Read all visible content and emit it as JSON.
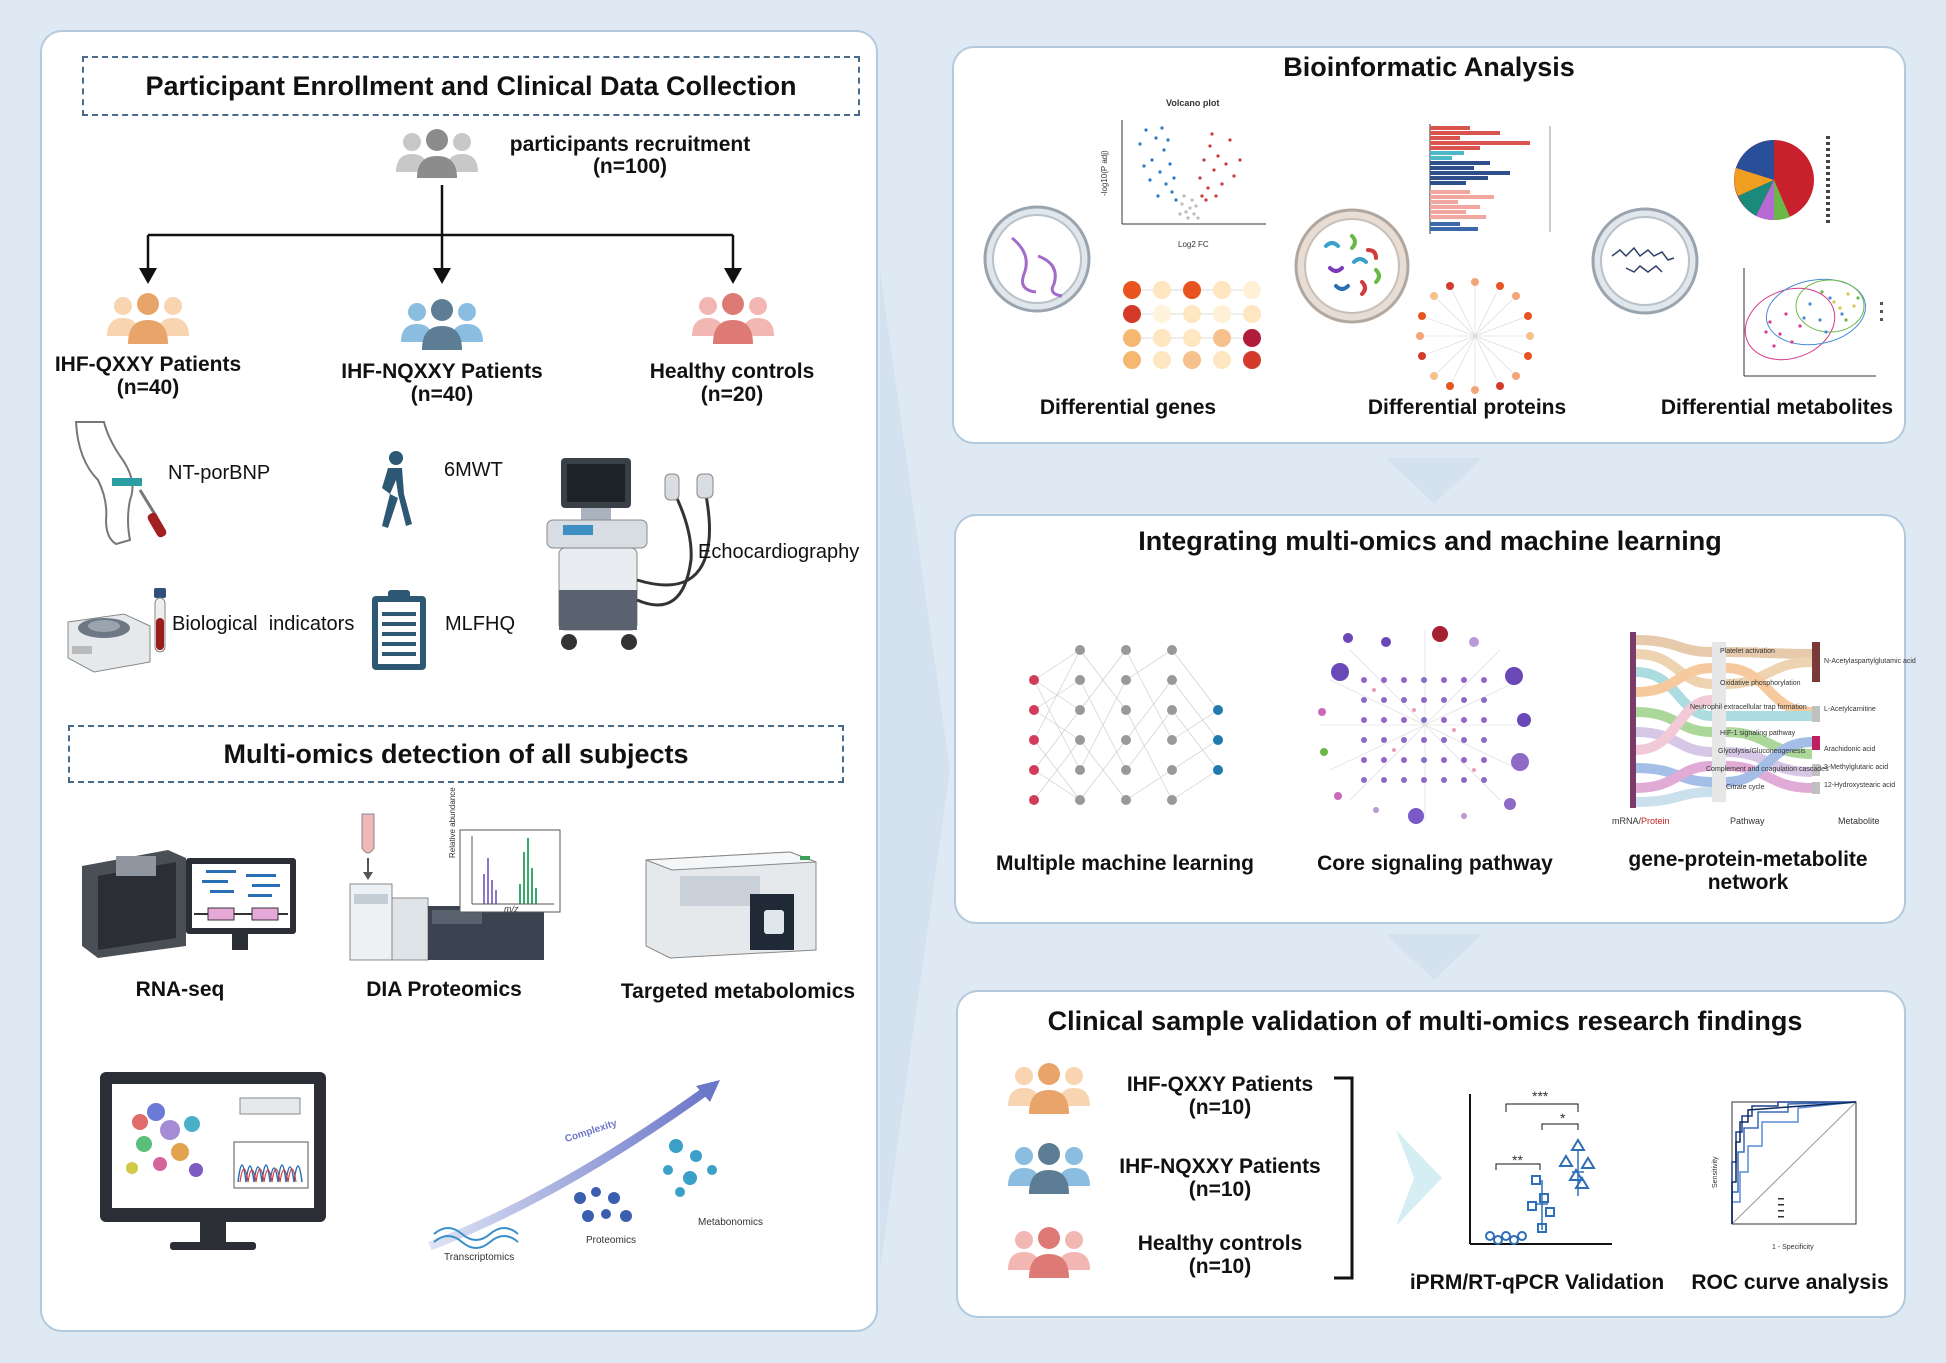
{
  "left": {
    "enroll_title": "Participant Enrollment and Clinical Data Collection",
    "recruit_label": "participants recruitment",
    "recruit_n": "(n=100)",
    "groups": [
      {
        "name": "IHF-QXXY Patients",
        "n": "(n=40)",
        "color": "#f3be8c"
      },
      {
        "name": "IHF-NQXXY Patients",
        "n": "(n=40)",
        "color": "#7aaed4"
      },
      {
        "name": "Healthy controls",
        "n": "(n=20)",
        "color": "#ef9d9b"
      }
    ],
    "measures": {
      "ntprobnp": "NT-porBNP",
      "sixmwt": "6MWT",
      "bio": "Biological  indicators",
      "mlfhq": "MLFHQ",
      "echo": "Echocardiography"
    },
    "omics_title": "Multi-omics detection of all subjects",
    "omics": {
      "rnaseq": "RNA-seq",
      "dia": "DIA Proteomics",
      "targeted": "Targeted metabolomics",
      "complexity": "Complexity",
      "transcriptomics": "Transcriptomics",
      "proteomics": "Proteomics",
      "metabonomics": "Metabonomics",
      "rel_abundance": "Relative abundance",
      "mz": "m/z"
    }
  },
  "bio": {
    "title": "Bioinformatic Analysis",
    "genes": "Differential genes",
    "proteins": "Differential proteins",
    "metabolites": "Differential metabolites",
    "volcano_title": "Volcano plot",
    "volcano_x": "Log2 FC",
    "volcano_y": "-log10(P adj)"
  },
  "ml": {
    "title": "Integrating multi-omics and machine learning",
    "multiple": "Multiple machine learning",
    "core": "Core signaling pathway",
    "network_line1": "gene-protein-metabolite",
    "network_line2": "network",
    "sankey_left": "mRNA/",
    "sankey_left_red": "Protein",
    "sankey_mid": "Pathway",
    "sankey_right": "Metabolite",
    "pathways": [
      "Platelet activation",
      "Oxidative phosphorylation",
      "Neutrophil extracellular trap formation",
      "HIF-1 signaling pathway",
      "Glycolysis/Gluconeogenesis",
      "Complement and coagulation cascades",
      "Citrate cycle"
    ],
    "metabolite_names": [
      "N-Acetylaspartylglutamic acid",
      "L-Acetylcarnitine",
      "Arachidonic acid",
      "3-Methylglutaric acid",
      "12-Hydroxystearic acid"
    ]
  },
  "val": {
    "title": "Clinical sample validation of multi-omics research findings",
    "groups": [
      {
        "name": "IHF-QXXY Patients",
        "n": "(n=10)",
        "color": "#f3be8c"
      },
      {
        "name": "IHF-NQXXY Patients",
        "n": "(n=10)",
        "color": "#7aaed4"
      },
      {
        "name": "Healthy controls",
        "n": "(n=10)",
        "color": "#ef9d9b"
      }
    ],
    "iprm": "iPRM/RT-qPCR Validation",
    "roc": "ROC curve analysis",
    "sig1": "***",
    "sig2": "**",
    "sig3": "*",
    "roc_xlabel": "1 - Specificity",
    "roc_ylabel": "Sensitivity"
  }
}
